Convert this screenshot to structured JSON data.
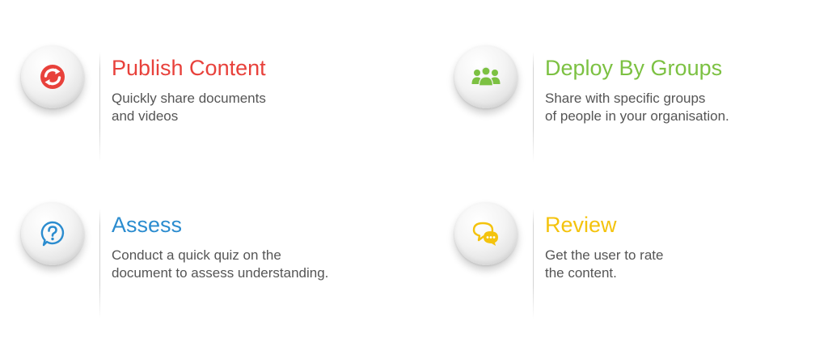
{
  "colors": {
    "publish": "#e8413b",
    "deploy": "#7cc142",
    "assess": "#2b8ccf",
    "review": "#f4c30d",
    "text": "#555555"
  },
  "features": [
    {
      "title": "Publish Content",
      "description": "Quickly share documents\nand videos",
      "icon": "sync-arrows-icon"
    },
    {
      "title": "Deploy By Groups",
      "description": "Share with specific groups\nof people in your organisation.",
      "icon": "user-group-icon"
    },
    {
      "title": "Assess",
      "description": "Conduct a quick quiz on the\ndocument to assess understanding.",
      "icon": "question-bubble-icon"
    },
    {
      "title": "Review",
      "description": "Get the user to rate\nthe content.",
      "icon": "chat-bubbles-icon"
    }
  ]
}
